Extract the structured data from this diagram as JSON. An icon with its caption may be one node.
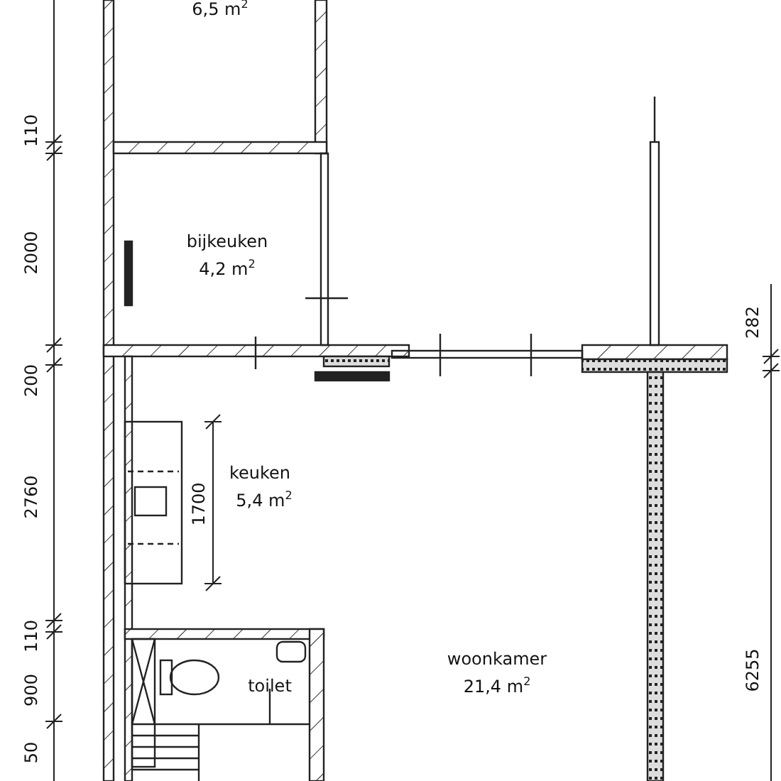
{
  "diagram": {
    "labels": [
      "6,5 m$^{2}$",
      "110",
      "2000",
      "bijkeuken",
      "4,2 m$^{2}$",
      "200",
      "282",
      "2760",
      "1700",
      "keuken",
      "5,4 m$^{2}$",
      "110",
      "900",
      "woonkamer",
      "21,4 m$^{2}$",
      "toilet",
      "6255",
      "50"
    ]
  }
}
